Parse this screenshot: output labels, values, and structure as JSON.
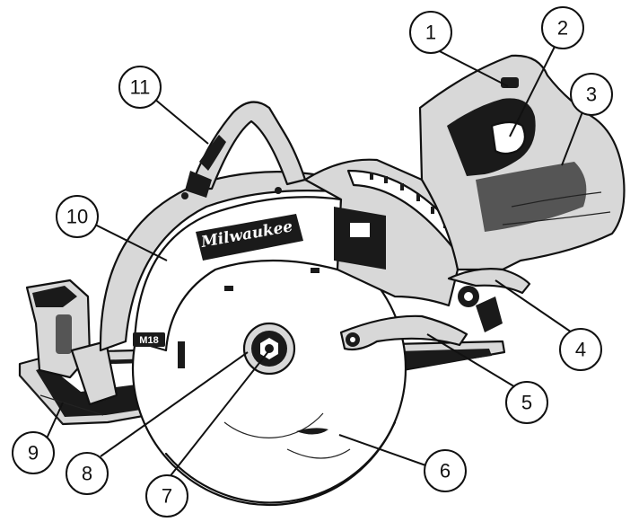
{
  "logo_text": "Milwaukee",
  "model_badge": "M18",
  "callouts": [
    {
      "id": "1",
      "label": "1"
    },
    {
      "id": "2",
      "label": "2"
    },
    {
      "id": "3",
      "label": "3"
    },
    {
      "id": "4",
      "label": "4"
    },
    {
      "id": "5",
      "label": "5"
    },
    {
      "id": "6",
      "label": "6"
    },
    {
      "id": "7",
      "label": "7"
    },
    {
      "id": "8",
      "label": "8"
    },
    {
      "id": "9",
      "label": "9"
    },
    {
      "id": "10",
      "label": "10"
    },
    {
      "id": "11",
      "label": "11"
    }
  ]
}
